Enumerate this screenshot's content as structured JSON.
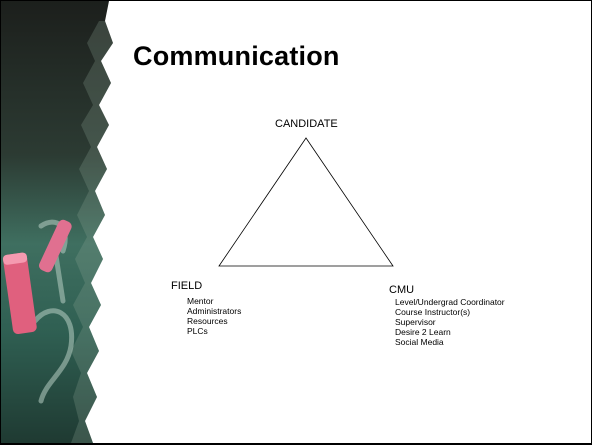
{
  "title": "Communication",
  "diagram": {
    "top": {
      "label": "CANDIDATE"
    },
    "left": {
      "label": "FIELD",
      "items": [
        "Mentor",
        "Administrators",
        "Resources",
        "PLCs"
      ]
    },
    "right": {
      "label": "CMU",
      "items": [
        "Level/Undergrad Coordinator",
        "Course Instructor(s)",
        "Supervisor",
        "Desire 2 Learn",
        "Social Media"
      ]
    }
  }
}
